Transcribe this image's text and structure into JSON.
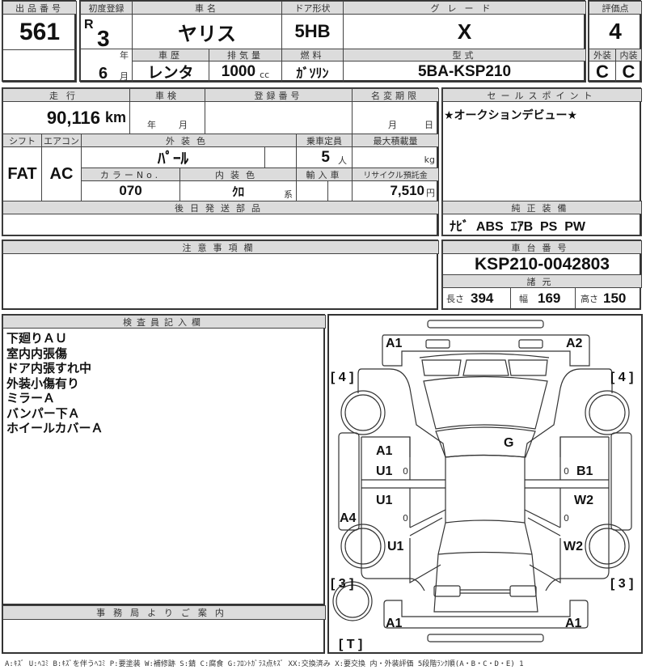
{
  "header": {
    "lot_number": {
      "label": "出品番号",
      "value": "561"
    },
    "first_registration": {
      "label": "初度登録",
      "era": "R",
      "year": "3",
      "year_unit": "年",
      "month": "6",
      "month_unit": "月"
    },
    "car_name": {
      "label": "車名",
      "value": "ヤリス"
    },
    "door_type": {
      "label": "ドア形状",
      "value": "5HB"
    },
    "grade": {
      "label": "グレード",
      "value": "X"
    },
    "score": {
      "label": "評価点",
      "value": "4"
    },
    "history": {
      "label": "車歴",
      "value": "レンタ"
    },
    "displacement": {
      "label": "排気量",
      "value": "1000",
      "unit": "cc"
    },
    "fuel": {
      "label": "燃料",
      "value": "ｶﾞｿﾘﾝ"
    },
    "model_code": {
      "label": "型式",
      "value": "5BA-KSP210"
    },
    "exterior_grade": {
      "label": "外装",
      "value": "C"
    },
    "interior_grade": {
      "label": "内装",
      "value": "C"
    }
  },
  "details": {
    "mileage": {
      "label": "走行",
      "value": "90,116",
      "unit": "km"
    },
    "inspection": {
      "label": "車検",
      "year_unit": "年",
      "month_unit": "月"
    },
    "registration_number": {
      "label": "登録番号",
      "value": ""
    },
    "name_change_deadline": {
      "label": "名変期限",
      "month_unit": "月",
      "day_unit": "日"
    },
    "shift": {
      "label": "シフト",
      "value": "FAT"
    },
    "aircon": {
      "label": "エアコン",
      "value": "AC"
    },
    "exterior_color": {
      "label": "外装色",
      "value": "ﾊﾟｰﾙ"
    },
    "capacity": {
      "label": "乗車定員",
      "value": "5",
      "unit": "人"
    },
    "max_load": {
      "label": "最大積載量",
      "value": "",
      "unit": "kg"
    },
    "color_no": {
      "label": "カラーNo.",
      "value": "070"
    },
    "interior_color": {
      "label": "内装色",
      "value": "ｸﾛ",
      "unit": "系"
    },
    "import": {
      "label": "輸入車",
      "value": ""
    },
    "recycle_fee": {
      "label": "リサイクル預託金",
      "value": "7,510",
      "unit": "円"
    },
    "parts_later": {
      "label": "後日発送部品",
      "value": ""
    }
  },
  "sales_point": {
    "label": "セールスポイント",
    "text": "★オークションデビュー★"
  },
  "equipment": {
    "label": "純正装備",
    "text": "ﾅﾋﾞ  ABS  ｴｱB  PS  PW"
  },
  "caution": {
    "label": "注意事項欄",
    "text": ""
  },
  "chassis": {
    "label": "車台番号",
    "value": "KSP210-0042803"
  },
  "specs": {
    "label": "諸元",
    "length": {
      "label": "長さ",
      "value": "394"
    },
    "width": {
      "label": "幅",
      "value": "169"
    },
    "height": {
      "label": "高さ",
      "value": "150"
    }
  },
  "inspector": {
    "label": "検査員記入欄",
    "lines": [
      "下廻りＡＵ",
      "室内内張傷",
      "ドア内張すれ中",
      "外装小傷有り",
      "ミラーＡ",
      "バンパー下Ａ",
      "ホイールカバーＡ"
    ]
  },
  "office": {
    "label": "事務局よりご案内",
    "text": ""
  },
  "diagram": {
    "tire_front_left": "[ 4 ]",
    "tire_front_right": "[ 4 ]",
    "tire_rear_left": "[ 3 ]",
    "tire_rear_right": "[ 3 ]",
    "spare": "[ T ]",
    "marks": {
      "front_bumper_left": "A1",
      "front_bumper_right": "A2",
      "windshield": "G",
      "front_door_left_1": "A1",
      "front_door_left_2": "U1",
      "rear_door_left": "U1",
      "rocker_left": "A4",
      "rear_fender_left": "U1",
      "front_door_right": "B1",
      "rear_door_right": "W2",
      "rear_fender_right": "W2",
      "rear_bumper_left": "A1",
      "rear_bumper_right": "A1",
      "zero": "0"
    }
  },
  "legend": "A:ｷｽﾞ U:ﾍｺﾐ B:ｷｽﾞを伴うﾍｺﾐ P:要塗装 W:補修跡 S:錆 C:腐食 G:ﾌﾛﾝﾄｶﾞﾗｽ点ｷｽﾞ XX:交換済み X:要交換 内・外装評価 5段階ﾗﾝｸ順(A・B・C・D・E) 1"
}
